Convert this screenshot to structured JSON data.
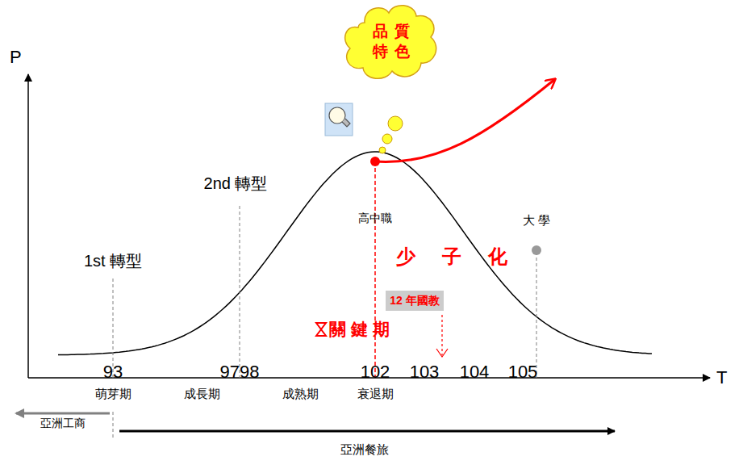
{
  "diagram": {
    "nodes": [
      {
        "text": [
          "品 質 特 色"
        ]
      },
      {
        "text": [
          "12 年國教"
        ]
      }
    ],
    "labels": [
      "P",
      "T",
      "1st 轉型",
      "2nd 轉型",
      "高中職",
      "少 子 化",
      "大 學",
      "關 鍵 期",
      "93",
      "9798",
      "102",
      "103",
      "104",
      "105",
      "萌芽期",
      "成長期",
      "成熟期",
      "衰退期",
      "亞洲工商",
      "亞洲餐旅"
    ]
  }
}
